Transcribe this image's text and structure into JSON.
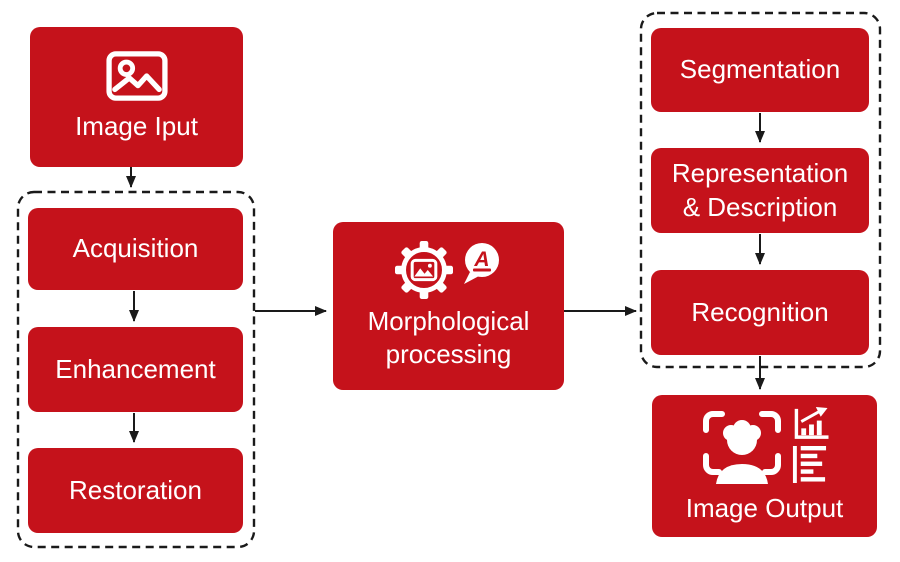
{
  "diagram_title": "image-processing-flow",
  "colors": {
    "node_red": "#C5121B",
    "label_white": "#FFFFFF",
    "line_black": "#1A1A1A"
  },
  "nodes": {
    "image_input": {
      "label": "Image Iput"
    },
    "acquisition": {
      "label": "Acquisition"
    },
    "enhancement": {
      "label": "Enhancement"
    },
    "restoration": {
      "label": "Restoration"
    },
    "morphological": {
      "line1": "Morphological",
      "line2": "processing"
    },
    "segmentation": {
      "label": "Segmentation"
    },
    "representation": {
      "line1": "Representation",
      "line2": "& Description"
    },
    "recognition": {
      "label": "Recognition"
    },
    "image_output": {
      "label": "Image Output"
    }
  },
  "icons": {
    "image_input_icon": "photo-frame",
    "gear_icon": "gear-with-image",
    "bubble_icon": "speech-bubble-letter",
    "bubble_letter": "A",
    "face_scan_icon": "face-recognition-brackets",
    "chart_icon": "bar-chart-rising-arrow",
    "report_icon": "report-text-lines"
  }
}
